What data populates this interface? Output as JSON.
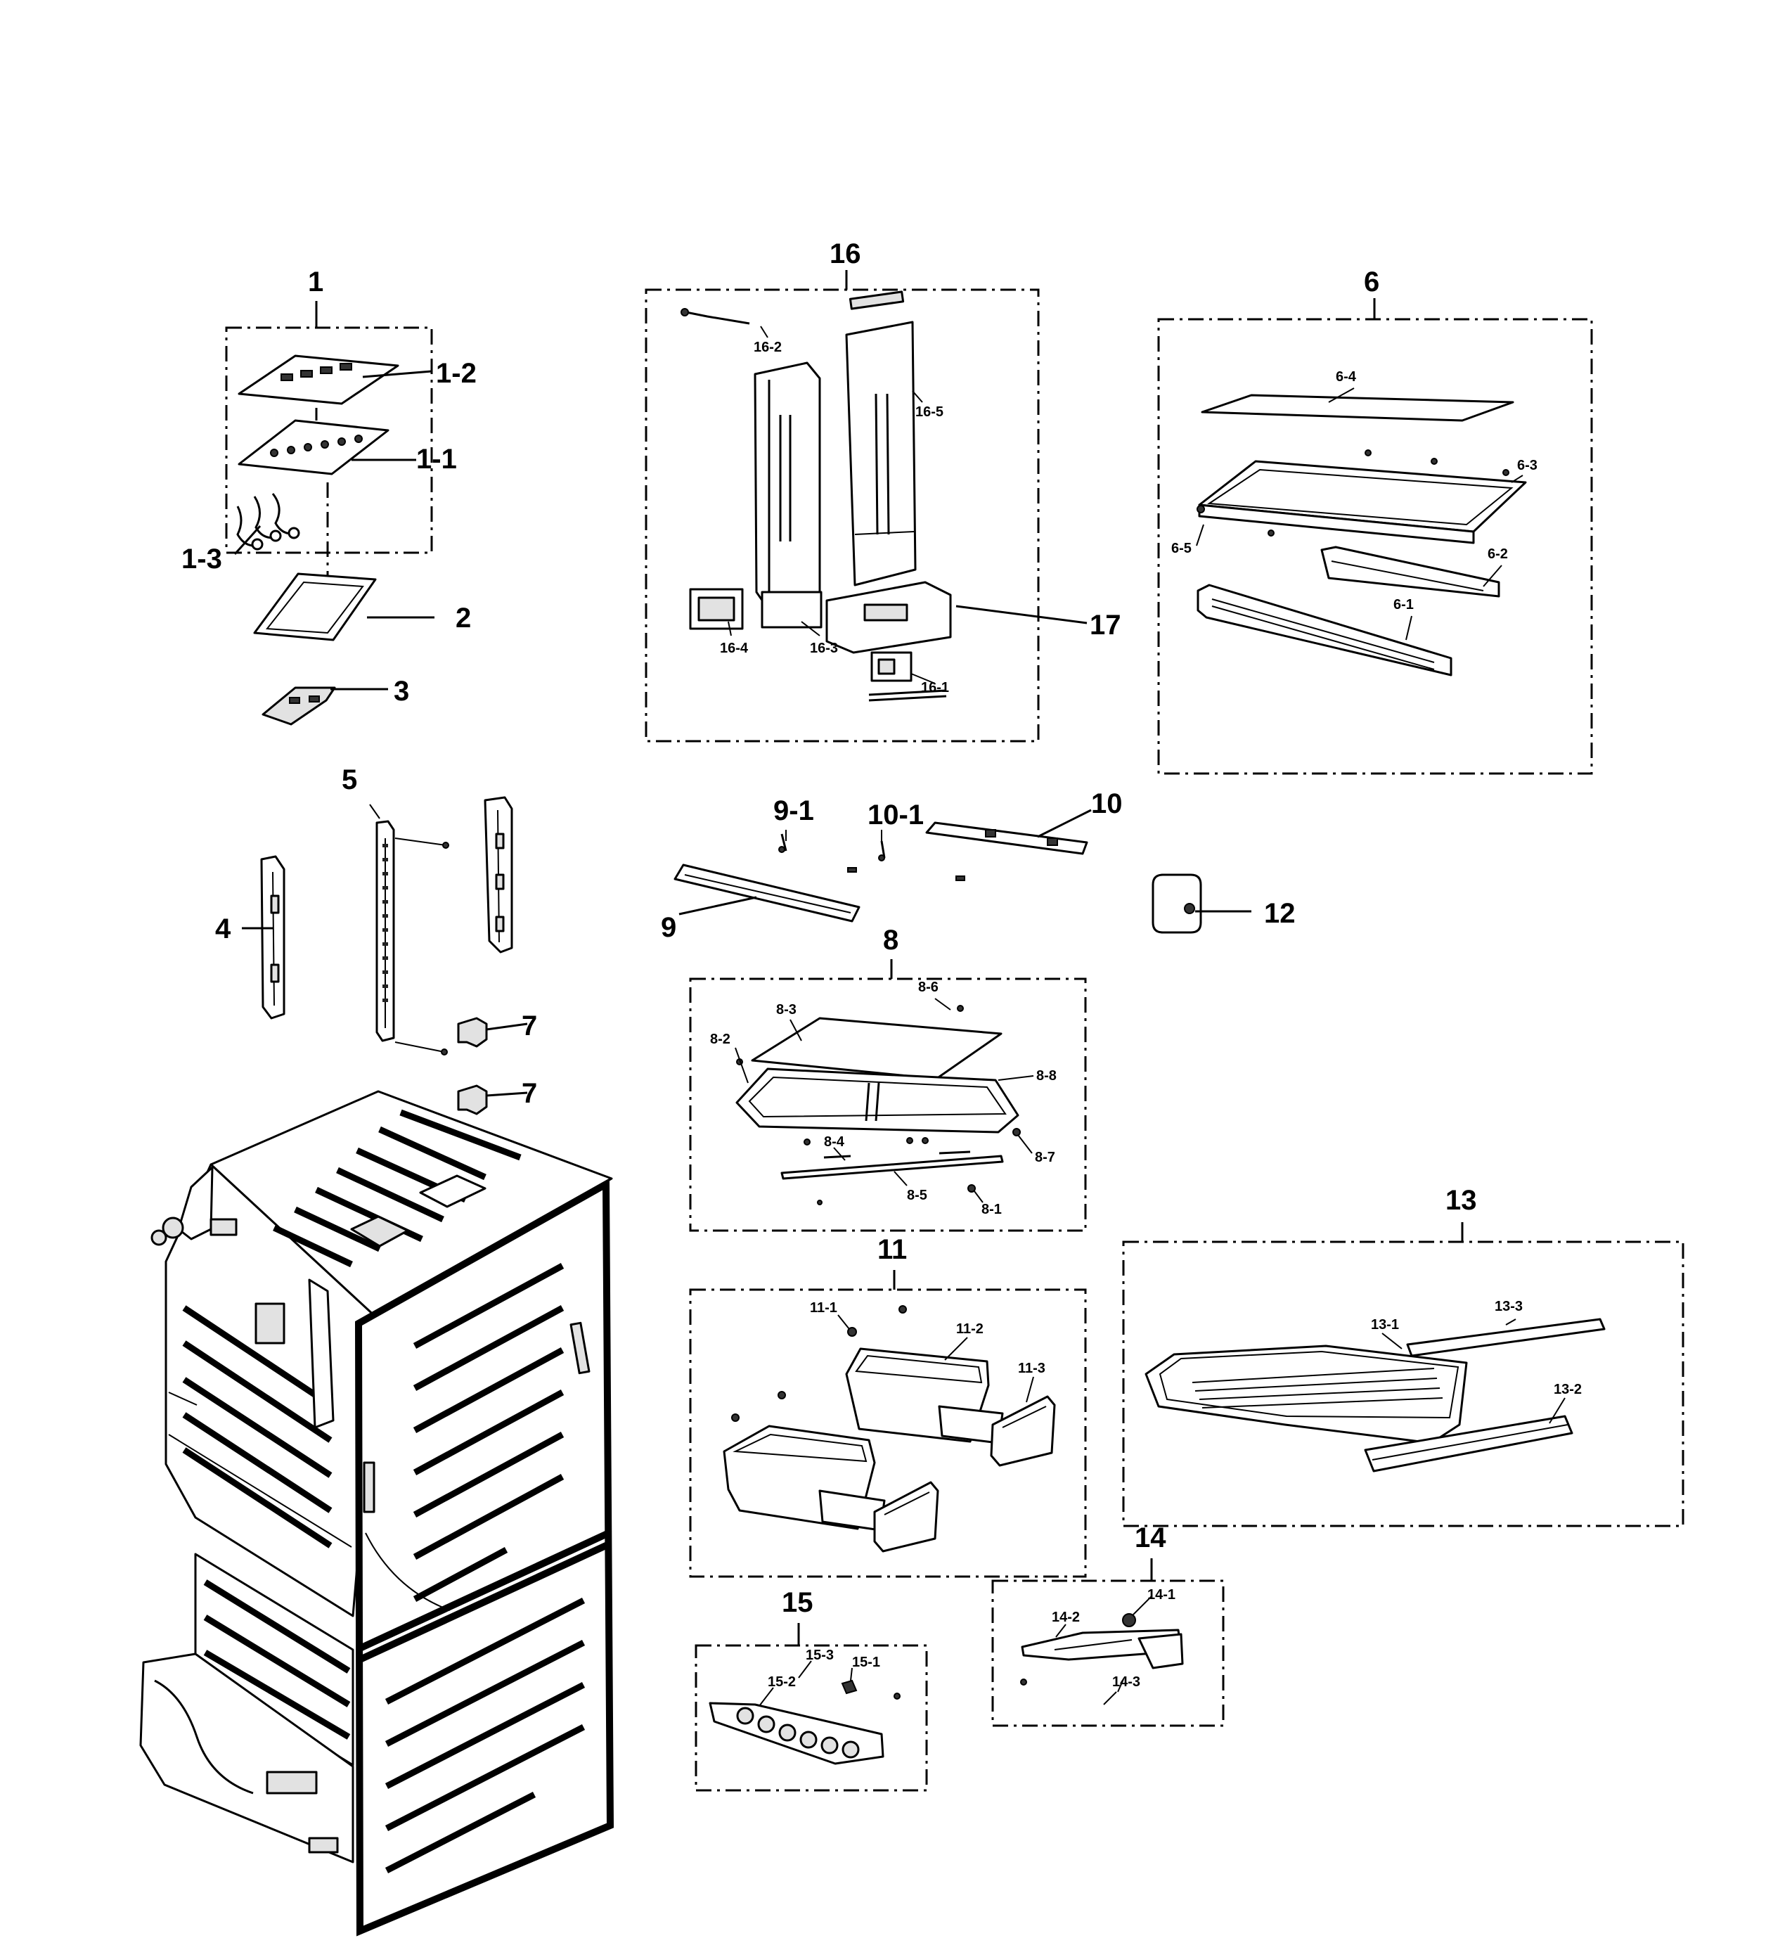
{
  "diagram": {
    "labels": {
      "p1": "1",
      "p1_1": "1-1",
      "p1_2": "1-2",
      "p1_3": "1-3",
      "p2": "2",
      "p3": "3",
      "p4": "4",
      "p5": "5",
      "p6": "6",
      "p6_1": "6-1",
      "p6_2": "6-2",
      "p6_3": "6-3",
      "p6_4": "6-4",
      "p6_5": "6-5",
      "p7a": "7",
      "p7b": "7",
      "p8": "8",
      "p8_1": "8-1",
      "p8_2": "8-2",
      "p8_3": "8-3",
      "p8_4": "8-4",
      "p8_5": "8-5",
      "p8_6": "8-6",
      "p8_7": "8-7",
      "p8_8": "8-8",
      "p9": "9",
      "p9_1": "9-1",
      "p10": "10",
      "p10_1": "10-1",
      "p11": "11",
      "p11_1": "11-1",
      "p11_2": "11-2",
      "p11_3": "11-3",
      "p12": "12",
      "p13": "13",
      "p13_1": "13-1",
      "p13_2": "13-2",
      "p13_3": "13-3",
      "p14": "14",
      "p14_1": "14-1",
      "p14_2": "14-2",
      "p14_3": "14-3",
      "p15": "15",
      "p15_1": "15-1",
      "p15_2": "15-2",
      "p15_3": "15-3",
      "p16": "16",
      "p16_1": "16-1",
      "p16_2": "16-2",
      "p16_3": "16-3",
      "p16_4": "16-4",
      "p16_5": "16-5",
      "p17": "17"
    }
  }
}
